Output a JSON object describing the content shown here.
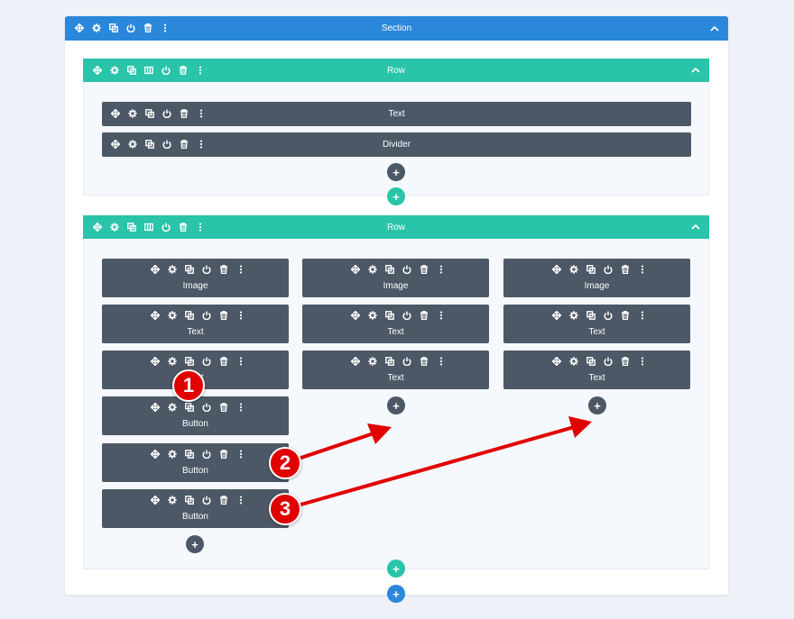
{
  "section": {
    "label": "Section"
  },
  "rows": [
    {
      "label": "Row"
    },
    {
      "label": "Row"
    }
  ],
  "row1_modules": [
    "Text",
    "Divider"
  ],
  "row2_columns": [
    [
      "Image",
      "Text",
      "Text",
      "Button",
      "Button",
      "Button"
    ],
    [
      "Image",
      "Text",
      "Text"
    ],
    [
      "Image",
      "Text",
      "Text"
    ]
  ],
  "add_symbol": "+",
  "annotations": [
    "1",
    "2",
    "3"
  ],
  "colors": {
    "section": "#2b87da",
    "row": "#29c4a9",
    "module": "#4c5866",
    "annotation": "#e00000",
    "background": "#eef2f8"
  },
  "icons": {
    "section_toolbar": [
      "move-icon",
      "gear-icon",
      "duplicate-icon",
      "power-icon",
      "trash-icon",
      "more-icon"
    ],
    "row_toolbar": [
      "move-icon",
      "gear-icon",
      "duplicate-icon",
      "columns-icon",
      "power-icon",
      "trash-icon",
      "more-icon"
    ],
    "module_toolbar": [
      "move-icon",
      "gear-icon",
      "duplicate-icon",
      "power-icon",
      "trash-icon",
      "more-icon"
    ],
    "collapse": "chevron-up-icon"
  }
}
